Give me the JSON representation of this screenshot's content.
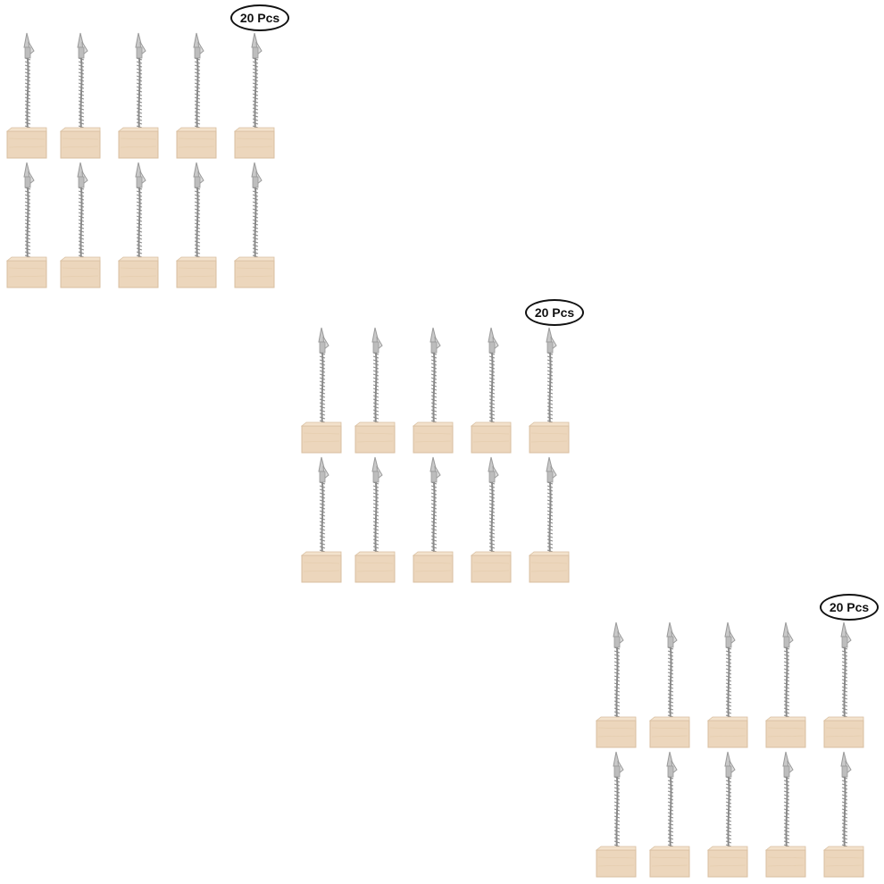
{
  "image": {
    "background": "#ffffff",
    "groups": [
      {
        "badge_label": "20 Pcs",
        "rows": 2,
        "columns": 5
      },
      {
        "badge_label": "20 Pcs",
        "rows": 2,
        "columns": 5
      },
      {
        "badge_label": "20 Pcs",
        "rows": 2,
        "columns": 5
      }
    ],
    "colors": {
      "wood_block": "#ecd6bc",
      "wood_shadow": "#d9bfa0",
      "wire": "#8a8a8a",
      "clip": "#c9c9c9"
    },
    "object_names": [
      "clip-icon",
      "spiral-wire",
      "wooden-cube-base"
    ]
  }
}
